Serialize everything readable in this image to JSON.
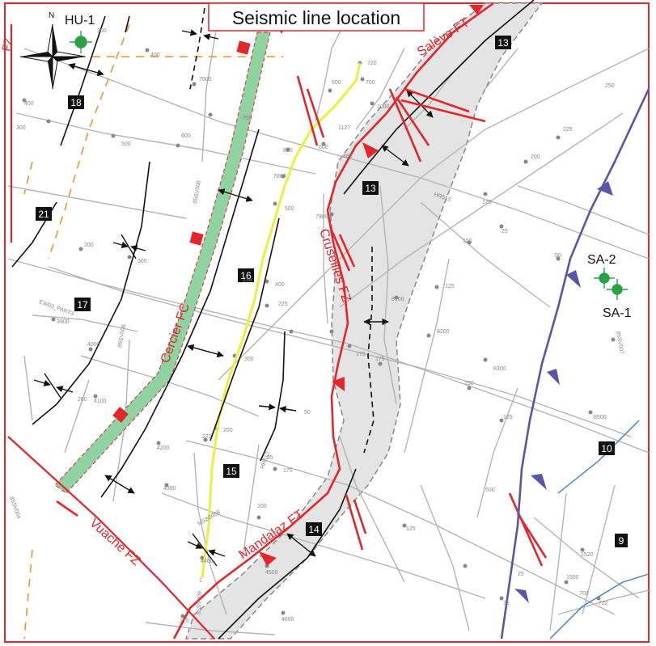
{
  "title": "Seismic line location",
  "faults": {
    "saleve": "Salève FT",
    "cruseilles": "Cruseilles FZ",
    "cercier": "Cercier FC",
    "vuache": "Vuache FZ",
    "mandalaz": "Mandalaz FT",
    "top_left_fz": "FZ"
  },
  "wells": {
    "hu1": "HU-1",
    "sa2": "SA-2",
    "sa1": "SA-1"
  },
  "north": "N",
  "boxes": {
    "b18": "18",
    "b13a": "13",
    "b13b": "13",
    "b21": "21",
    "b16": "16",
    "b17": "17",
    "b15": "15",
    "b14": "14",
    "b10": "10",
    "b9": "9"
  },
  "line_names": {
    "l85v008a": "85SV008",
    "l85v008b": "85SV008",
    "l85v007": "85SV007",
    "l85v004": "85SV004",
    "ew03": "EW03_PART3",
    "hr515": "HR515",
    "hr512": "HR512",
    "ms8": "MS8S008",
    "l85v009": "85SV009"
  },
  "shotpoints": {
    "s720": "720",
    "s700a": "700",
    "s1000": "1000",
    "s1127": "1127",
    "s500a": "500",
    "s600a": "600",
    "s888": "888",
    "s800": "800",
    "s7800": "7800",
    "s500b": "500",
    "s7900": "7900",
    "s8100": "8100",
    "s8200": "8200",
    "s8300": "8300",
    "s8500": "8500",
    "s400a": "400",
    "s300a": "300",
    "s500c": "500",
    "s600b": "600",
    "s700b": "700",
    "s7600": "7600",
    "s400b": "400",
    "s300b": "300",
    "s200a": "200",
    "s300c": "300",
    "s4000": "4000",
    "s4100": "4100",
    "s3900": "3900",
    "s4200": "4200",
    "s4300": "4300",
    "s4400": "4400",
    "s4500": "4500",
    "s4600": "4600",
    "s236": "236",
    "s400c": "400",
    "s225a": "225",
    "s300d": "300",
    "s200b": "200",
    "s222": "222",
    "s175a": "175",
    "s125a": "125",
    "s100": "100",
    "s250": "250",
    "s225b": "225",
    "s200c": "200",
    "s175b": "175",
    "s150a": "150",
    "s125b": "125",
    "s50a": "50",
    "s25a": "25",
    "s175c": "175",
    "s150b": "150",
    "s125c": "125",
    "s50b": "50",
    "s25b": "25",
    "s75": "75",
    "s1520": "1520",
    "s1500": "1500",
    "s700c": "700",
    "s722": "722",
    "s500d": "500",
    "s200d": "200",
    "s175d": "175",
    "s25c": "25",
    "s1": "1",
    "s175e": "175"
  },
  "colors": {
    "fault": "#e3262b",
    "blue_thrust": "#5a55a6",
    "seismic_gray": "#b4b4b4",
    "green_band": "#8fd3a2",
    "yellow_line": "#eeee3c",
    "shaded": "#e4e4e4",
    "orange": "#f0932b",
    "thin_blue": "#3a7ec4",
    "well_green": "#2aa147"
  },
  "icons": {
    "north_arrow": "compass-star-icon",
    "well": "well-crosshair-icon",
    "anticline": "double-arrow-icon",
    "syncline": "converging-arrow-icon"
  }
}
